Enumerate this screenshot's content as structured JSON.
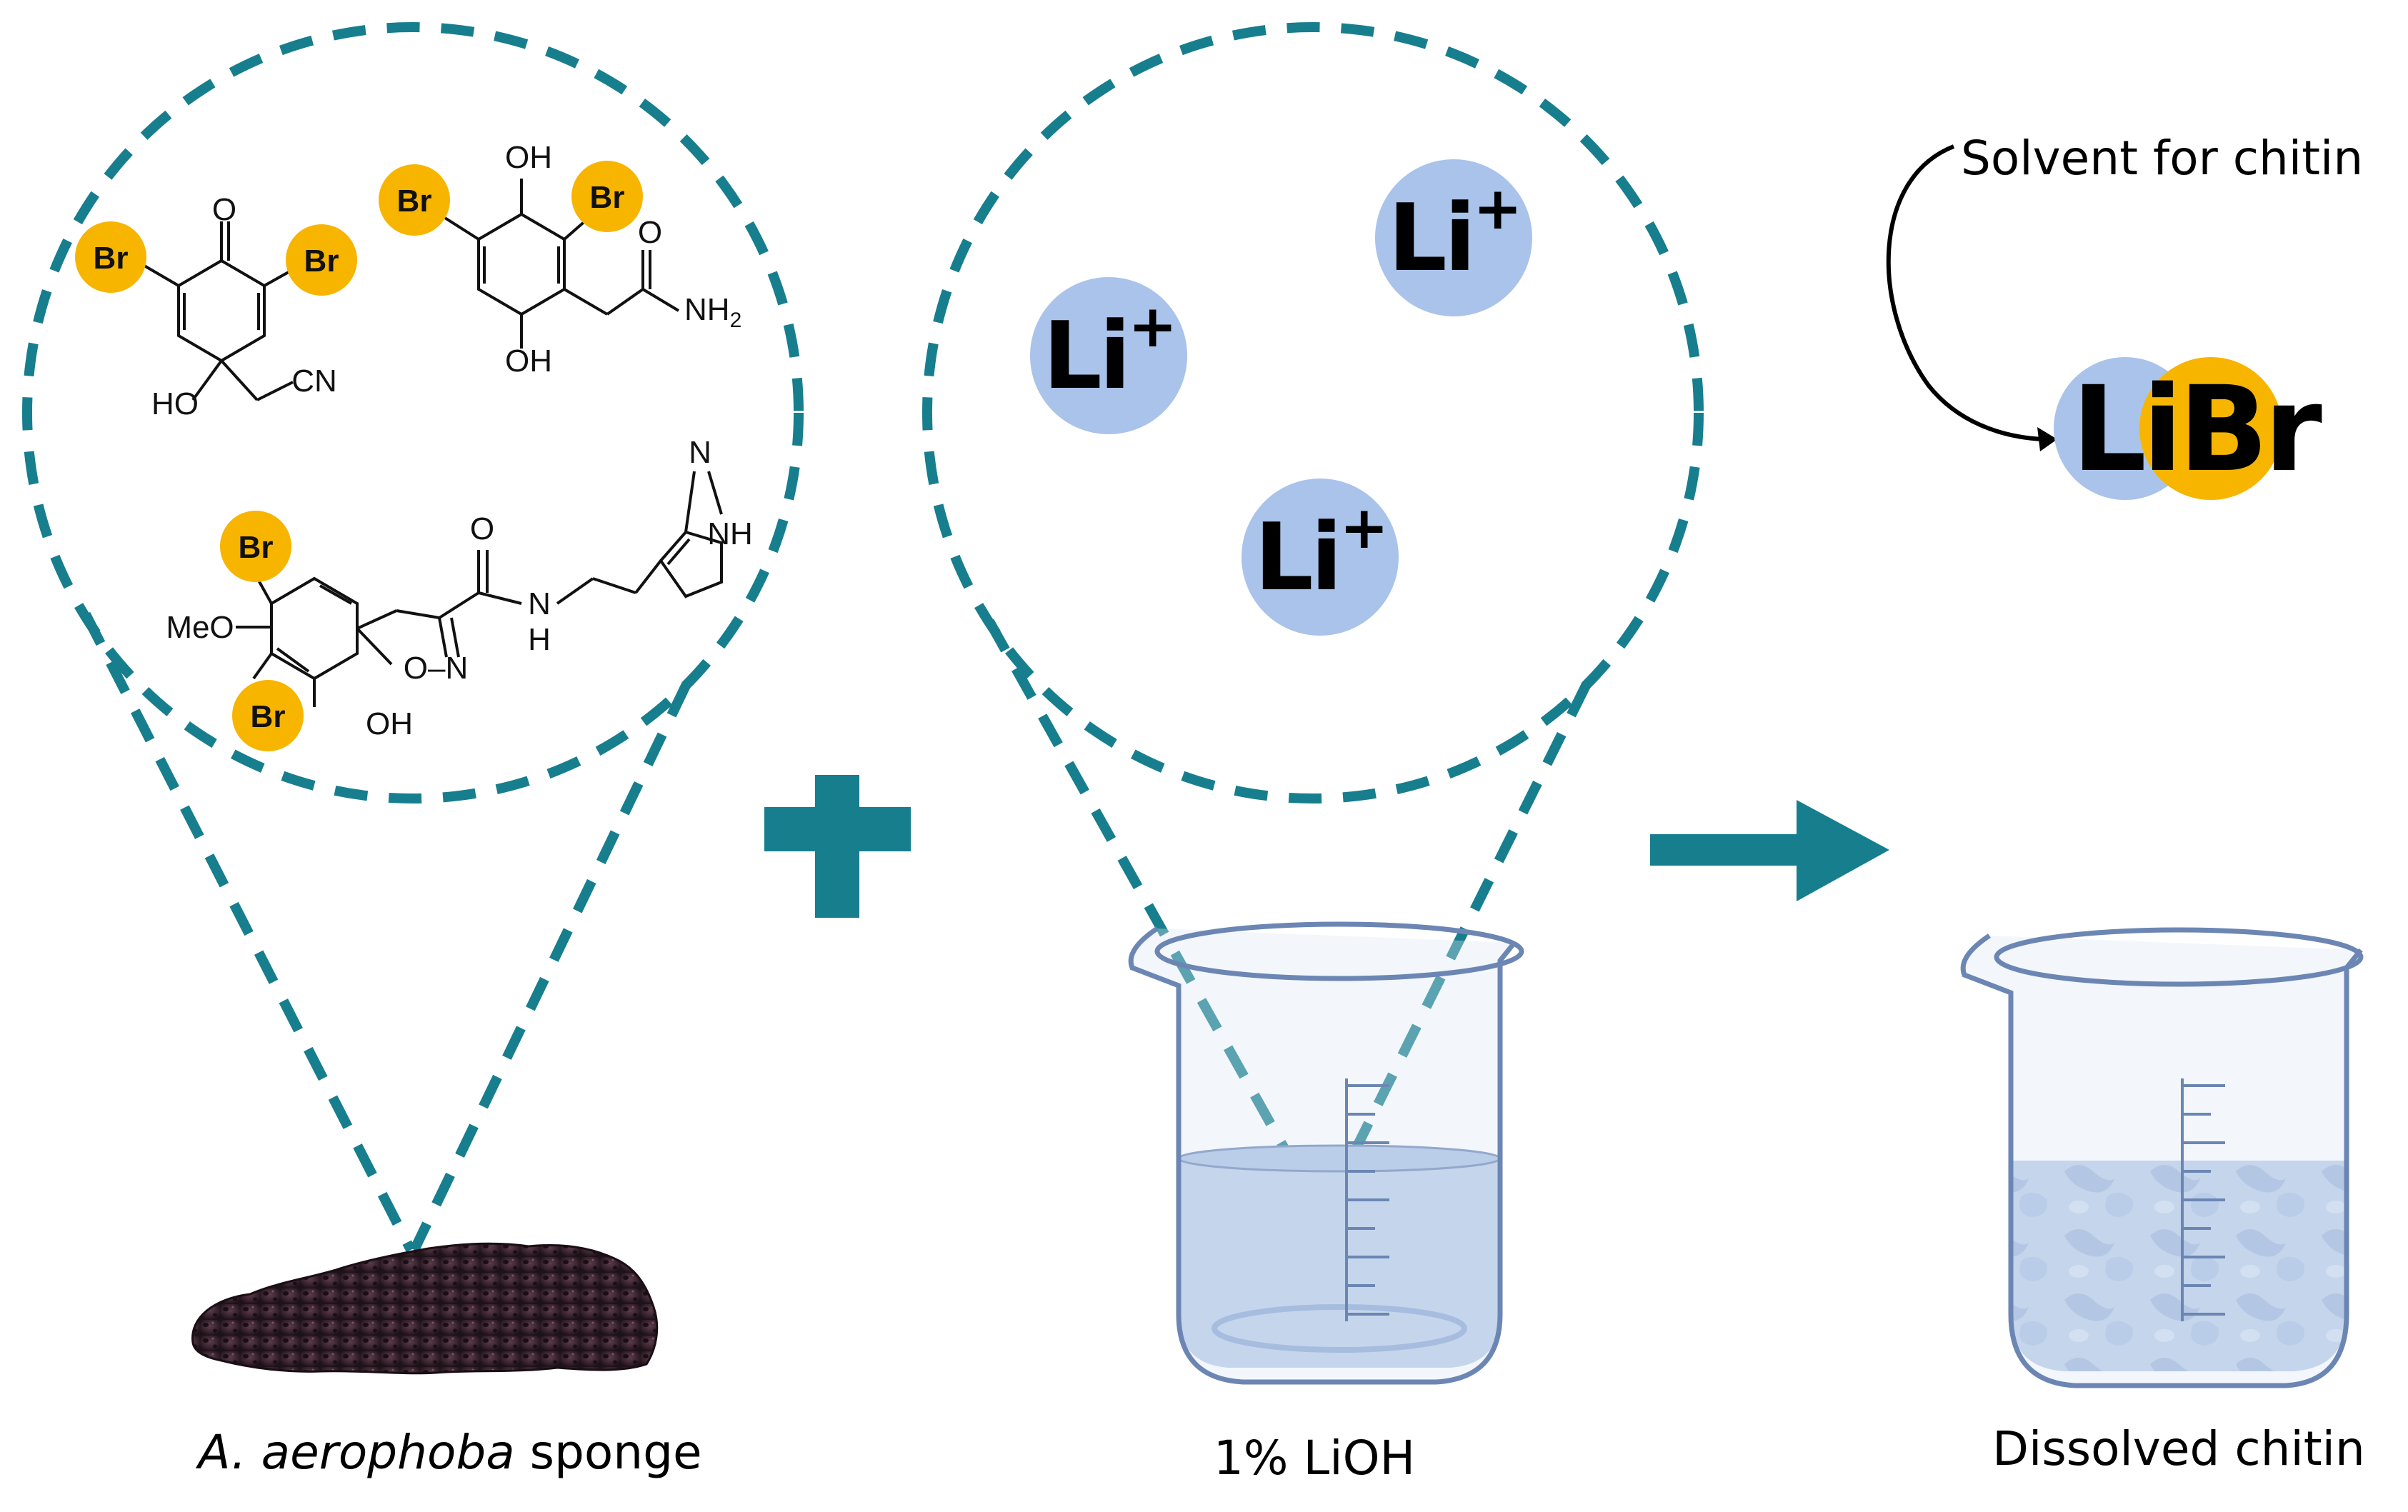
{
  "captions": {
    "sponge_italic": "A. aerophoba",
    "sponge_rest": " sponge",
    "lioh": "1% LiOH",
    "dissolved": "Dissolved chitin",
    "solvent": "Solvent for chitin"
  },
  "ions": {
    "li": "Li",
    "plus": "+",
    "libr_li": "Li",
    "libr_br": "Br"
  },
  "chemistry": {
    "bromine": "Br",
    "hydroxyl": "OH",
    "hydroxyl_left": "HO",
    "carbonyl_o": "O",
    "nitrile": "CN",
    "amide_nh2": "NH",
    "subscript_2": "2",
    "methoxy": "MeO",
    "isoxazoline": "O–N",
    "amide_nh": "N",
    "amide_h": "H",
    "imidazole_n": "N",
    "imidazole_nh": "NH"
  },
  "colors": {
    "teal": "#177e8e",
    "bromine_yellow": "#f7b500",
    "lithium_blue": "#a9c3ea",
    "water_blue": "#b9cde6",
    "glass_outline": "#6c86b4"
  }
}
